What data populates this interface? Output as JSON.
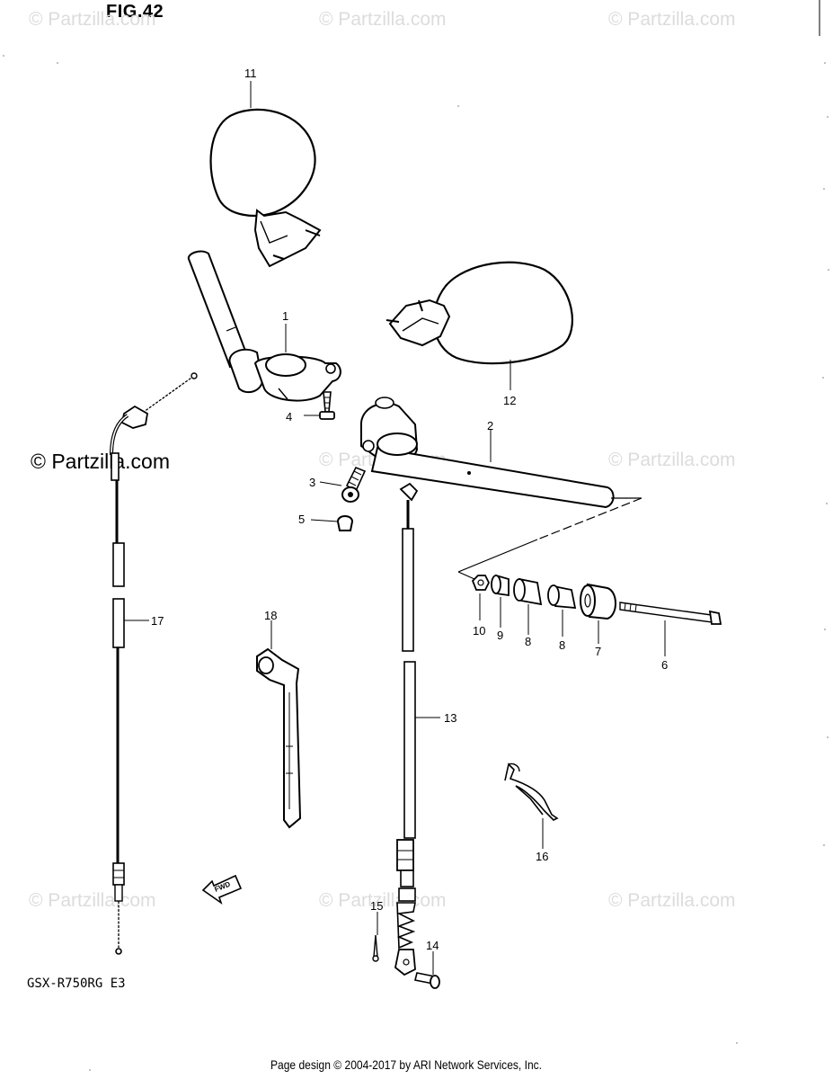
{
  "figure": {
    "title": "FIG.42",
    "model_code": "GSX-R750RG  E3",
    "footer": "Page design © 2004-2017 by ARI Network Services, Inc.",
    "fwd_label": "FWD"
  },
  "watermark": {
    "text": "© Partzilla.com",
    "color": "#dcdcdc"
  },
  "callouts": {
    "p1": "1",
    "p2": "2",
    "p3": "3",
    "p4": "4",
    "p5": "5",
    "p6": "6",
    "p7": "7",
    "p8a": "8",
    "p8b": "8",
    "p9": "9",
    "p10": "10",
    "p11": "11",
    "p12": "12",
    "p13": "13",
    "p14": "14",
    "p15": "15",
    "p16": "16",
    "p17": "17",
    "p18": "18"
  }
}
